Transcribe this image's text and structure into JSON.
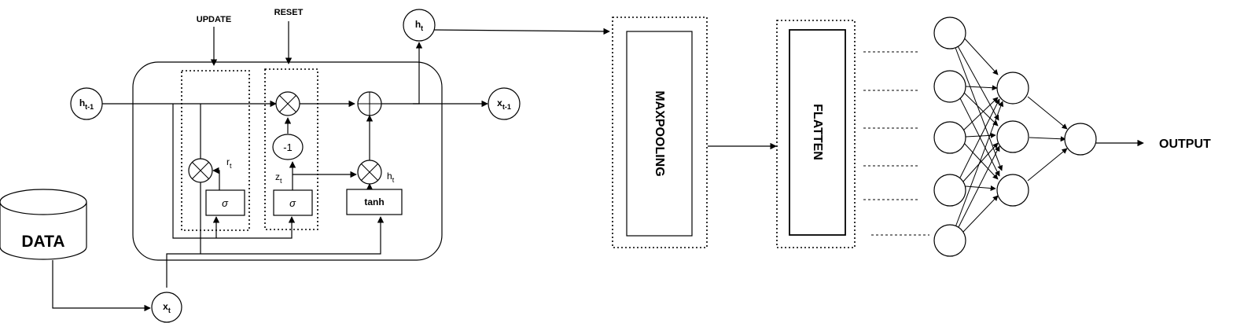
{
  "gru": {
    "update_label": "UPDATE",
    "reset_label": "RESET",
    "h_prev": {
      "base": "h",
      "sub": "t-1"
    },
    "h_t": {
      "base": "h",
      "sub": "t"
    },
    "x_prev": {
      "base": "x",
      "sub": "t-1"
    },
    "x_t": {
      "base": "x",
      "sub": "t"
    },
    "r_t": {
      "base": "r",
      "sub": "t"
    },
    "z_t": {
      "base": "z",
      "sub": "t"
    },
    "h_tilde": {
      "base": "h",
      "sub": "t"
    },
    "sigma_symbol": "σ",
    "minus_one": "-1",
    "tanh_label": "tanh"
  },
  "data_label": "DATA",
  "maxpooling_label": "MAXPOOLING",
  "flatten_label": "FLATTEN",
  "output_label": "OUTPUT"
}
